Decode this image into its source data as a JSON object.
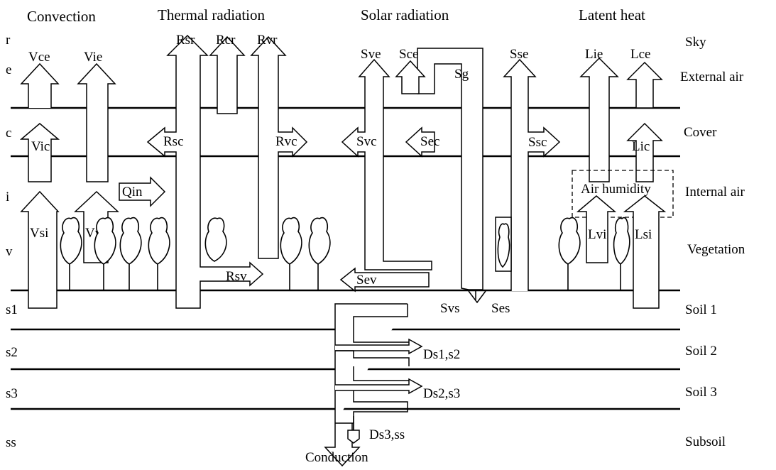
{
  "headers": {
    "convection": "Convection",
    "thermal": "Thermal radiation",
    "solar": "Solar radiation",
    "latent": "Latent heat"
  },
  "layers_left": {
    "r": "r",
    "e": "e",
    "c": "c",
    "i": "i",
    "v": "v",
    "s1": "s1",
    "s2": "s2",
    "s3": "s3",
    "ss": "ss"
  },
  "layers_right": {
    "sky": "Sky",
    "external_air": "External air",
    "cover": "Cover",
    "internal_air": "Internal air",
    "vegetation": "Vegetation",
    "soil1": "Soil 1",
    "soil2": "Soil 2",
    "soil3": "Soil 3",
    "subsoil": "Subsoil"
  },
  "fluxes": {
    "vce": "Vce",
    "vie": "Vie",
    "vic": "Vic",
    "qin": "Qin",
    "vsi": "Vsi",
    "vvi": "Vvi",
    "rsr": "Rsr",
    "rcr": "Rcr",
    "rvr": "Rvr",
    "rsc": "Rsc",
    "rvc": "Rvc",
    "rsv": "Rsv",
    "sve_top": "Sve",
    "sce": "Sce",
    "sg": "Sg",
    "sse": "Sse",
    "svc": "Svc",
    "sec": "Sec",
    "ssc": "Ssc",
    "sev": "Sev",
    "svs": "Svs",
    "ses": "Ses",
    "lie": "Lie",
    "lce": "Lce",
    "lic": "Lic",
    "lvi": "Lvi",
    "lsi": "Lsi",
    "air_humidity": "Air humidity",
    "ds1s2": "Ds1,s2",
    "ds2s3": "Ds2,s3",
    "ds3ss": "Ds3,ss",
    "conduction": "Conduction"
  }
}
